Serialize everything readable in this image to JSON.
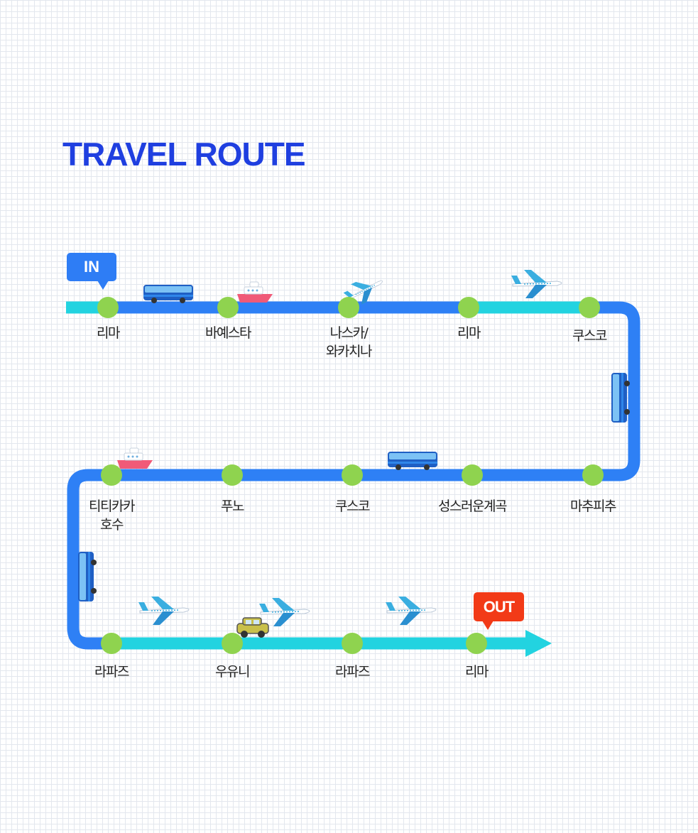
{
  "title": "TRAVEL ROUTE",
  "tags": {
    "in": "IN",
    "out": "OUT"
  },
  "colors": {
    "title": "#1f3fe0",
    "route_ground": "#2e80f5",
    "route_air": "#22d3e0",
    "stop": "#8fd34f",
    "tag_in": "#2e7df5",
    "tag_out": "#f23a17"
  },
  "stops": [
    {
      "line1": "리마",
      "line2": ""
    },
    {
      "line1": "바예스타",
      "line2": ""
    },
    {
      "line1": "나스카/",
      "line2": "와카치나"
    },
    {
      "line1": "리마",
      "line2": ""
    },
    {
      "line1": "쿠스코",
      "line2": ""
    },
    {
      "line1": "마추피추",
      "line2": ""
    },
    {
      "line1": "성스러운계곡",
      "line2": ""
    },
    {
      "line1": "쿠스코",
      "line2": ""
    },
    {
      "line1": "푸노",
      "line2": ""
    },
    {
      "line1": "티티카카",
      "line2": "호수"
    },
    {
      "line1": "라파즈",
      "line2": ""
    },
    {
      "line1": "우유니",
      "line2": ""
    },
    {
      "line1": "라파즈",
      "line2": ""
    },
    {
      "line1": "리마",
      "line2": ""
    }
  ],
  "transport_icons": [
    "bus-icon",
    "boat-icon",
    "airplane-icon",
    "airplane-icon",
    "bus-icon",
    "bus-icon",
    "boat-icon",
    "bus-icon",
    "airplane-icon",
    "car-icon",
    "airplane-icon",
    "airplane-icon"
  ]
}
